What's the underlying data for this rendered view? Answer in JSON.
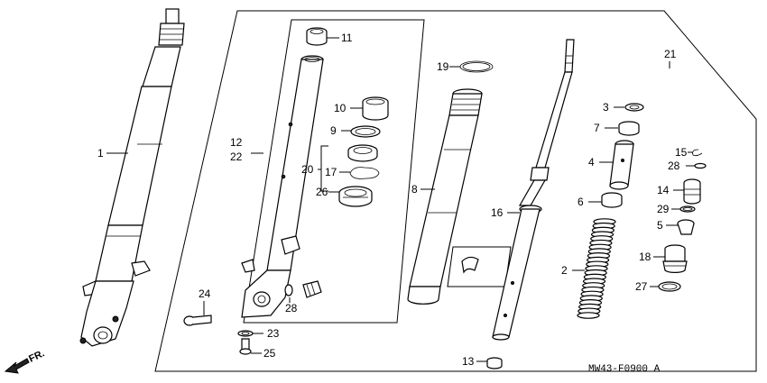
{
  "diagram_code": "MW43-F0900 A",
  "direction_label": "FR.",
  "callouts": {
    "c1": "1",
    "c2": "2",
    "c3": "3",
    "c4": "4",
    "c5": "5",
    "c6": "6",
    "c7": "7",
    "c8": "8",
    "c9": "9",
    "c10": "10",
    "c11": "11",
    "c12": "12",
    "c22": "22",
    "c13": "13",
    "c14": "14",
    "c15": "15",
    "c16": "16",
    "c17": "17",
    "c18": "18",
    "c19": "19",
    "c20": "20",
    "c21": "21",
    "c23": "23",
    "c24": "24",
    "c25": "25",
    "c26": "26",
    "c27": "27",
    "c28a": "28",
    "c28b": "28",
    "c29": "29"
  }
}
